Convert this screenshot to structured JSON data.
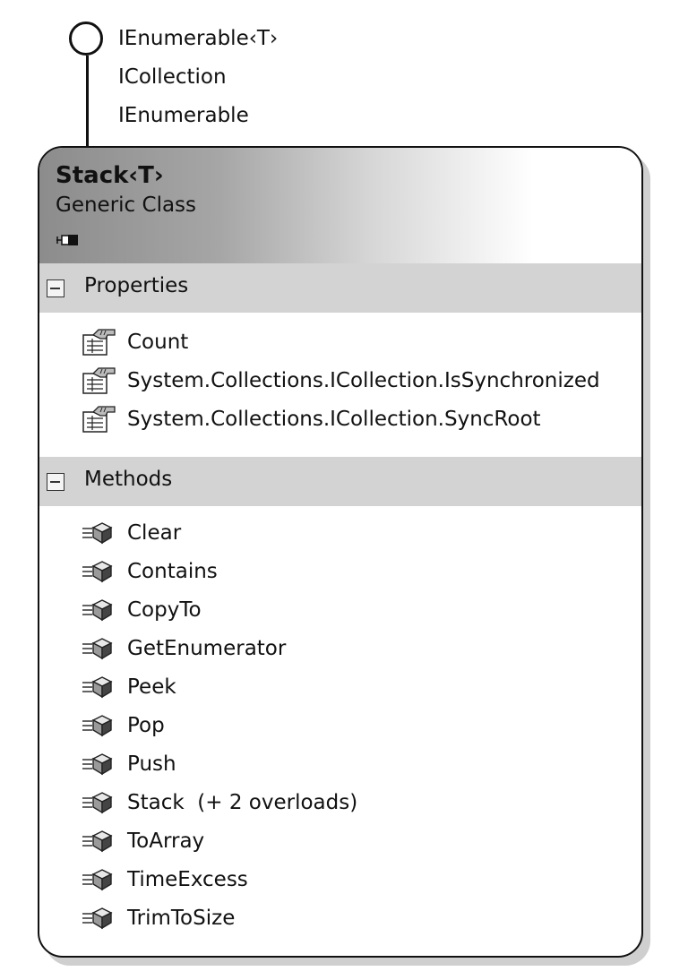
{
  "interfaces": [
    "IEnumerable‹T›",
    "ICollection",
    "IEnumerable"
  ],
  "class": {
    "name": "Stack‹T›",
    "kind": "Generic Class"
  },
  "sections": {
    "properties": {
      "label": "Properties",
      "items": [
        "Count",
        "System.Collections.ICollection.IsSynchronized",
        "System.Collections.ICollection.SyncRoot"
      ]
    },
    "methods": {
      "label": "Methods",
      "items": [
        "Clear",
        "Contains",
        "CopyTo",
        "GetEnumerator",
        "Peek",
        "Pop",
        "Push",
        "Stack  (+ 2 overloads)",
        "ToArray",
        "TimeExcess",
        "TrimToSize"
      ]
    }
  },
  "icons": {
    "interface": "lollipop-interface-icon",
    "collapse": "collapse-class-icon",
    "section_toggle": "minus-box-icon",
    "property": "property-hand-icon",
    "method": "method-cube-icon"
  }
}
